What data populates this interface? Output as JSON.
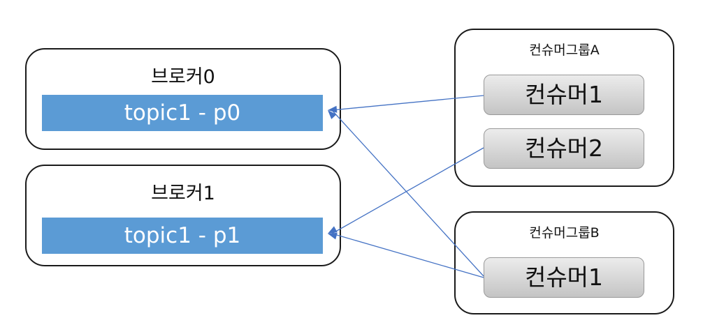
{
  "brokers": [
    {
      "title": "브로커0",
      "partition": "topic1 - p0"
    },
    {
      "title": "브로커1",
      "partition": "topic1 - p1"
    }
  ],
  "groups": [
    {
      "title": "컨슈머그룹A",
      "consumers": [
        "컨슈머1",
        "컨슈머2"
      ]
    },
    {
      "title": "컨슈머그룹B",
      "consumers": [
        "컨슈머1"
      ]
    }
  ],
  "colors": {
    "partition_fill": "#5b9bd5",
    "partition_text": "#ffffff",
    "consumer_fill": "#d9d9d9",
    "border": "#1a1a1a",
    "arrow": "#4472c4"
  },
  "assignments": [
    {
      "group": 0,
      "consumer": 0,
      "broker": 0
    },
    {
      "group": 0,
      "consumer": 1,
      "broker": 1
    },
    {
      "group": 1,
      "consumer": 0,
      "broker": 0
    },
    {
      "group": 1,
      "consumer": 0,
      "broker": 1
    }
  ]
}
